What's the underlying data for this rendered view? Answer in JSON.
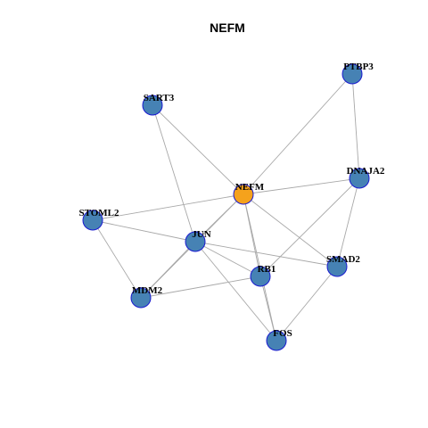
{
  "title": "NEFM",
  "colors": {
    "focus_node": "#f5a21c",
    "node": "#4682b4",
    "node_border": "#1a1ad0",
    "edge": "#a8a8a8"
  },
  "nodes": [
    {
      "id": "NEFM",
      "label": "NEFM",
      "focus": true
    },
    {
      "id": "PTBP3",
      "label": "PTBP3",
      "focus": false
    },
    {
      "id": "SART3",
      "label": "SART3",
      "focus": false
    },
    {
      "id": "DNAJA2",
      "label": "DNAJA2",
      "focus": false
    },
    {
      "id": "STOML2",
      "label": "STOML2",
      "focus": false
    },
    {
      "id": "JUN",
      "label": "JUN",
      "focus": false
    },
    {
      "id": "SMAD2",
      "label": "SMAD2",
      "focus": false
    },
    {
      "id": "RB1",
      "label": "RB1",
      "focus": false
    },
    {
      "id": "MDM2",
      "label": "MDM2",
      "focus": false
    },
    {
      "id": "FOS",
      "label": "FOS",
      "focus": false
    }
  ],
  "edges": [
    [
      "NEFM",
      "PTBP3"
    ],
    [
      "NEFM",
      "SART3"
    ],
    [
      "NEFM",
      "DNAJA2"
    ],
    [
      "NEFM",
      "STOML2"
    ],
    [
      "NEFM",
      "JUN"
    ],
    [
      "NEFM",
      "SMAD2"
    ],
    [
      "NEFM",
      "RB1"
    ],
    [
      "NEFM",
      "MDM2"
    ],
    [
      "NEFM",
      "FOS"
    ],
    [
      "PTBP3",
      "DNAJA2"
    ],
    [
      "SART3",
      "JUN"
    ],
    [
      "DNAJA2",
      "RB1"
    ],
    [
      "DNAJA2",
      "SMAD2"
    ],
    [
      "STOML2",
      "JUN"
    ],
    [
      "STOML2",
      "MDM2"
    ],
    [
      "JUN",
      "MDM2"
    ],
    [
      "JUN",
      "RB1"
    ],
    [
      "JUN",
      "SMAD2"
    ],
    [
      "JUN",
      "FOS"
    ],
    [
      "MDM2",
      "RB1"
    ],
    [
      "RB1",
      "FOS"
    ],
    [
      "SMAD2",
      "FOS"
    ]
  ]
}
